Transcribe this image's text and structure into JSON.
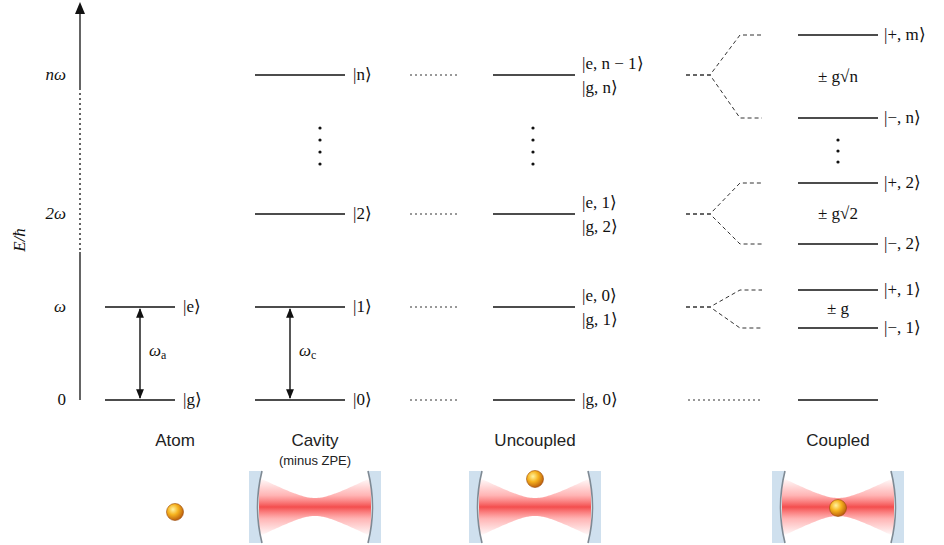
{
  "diagram": {
    "labels": [
      "E/ħ",
      "nω",
      "2ω",
      "ω",
      "0",
      "|e⟩",
      "|g⟩",
      "ωa",
      "|n⟩",
      "|2⟩",
      "|1⟩",
      "|0⟩",
      "ωc",
      "|e, n − 1⟩",
      "|g, n⟩",
      "|e, 1⟩",
      "|g, 2⟩",
      "|e, 0⟩",
      "|g, 1⟩",
      "|g, 0⟩",
      "|+, m⟩",
      "± g√n",
      "|−, n⟩",
      "|+, 2⟩",
      "± g√2",
      "|−, 2⟩",
      "|+, 1⟩",
      "± g",
      "|−, 1⟩",
      "Atom",
      "Cavity",
      "(minus ZPE)",
      "Uncoupled",
      "Coupled"
    ]
  }
}
